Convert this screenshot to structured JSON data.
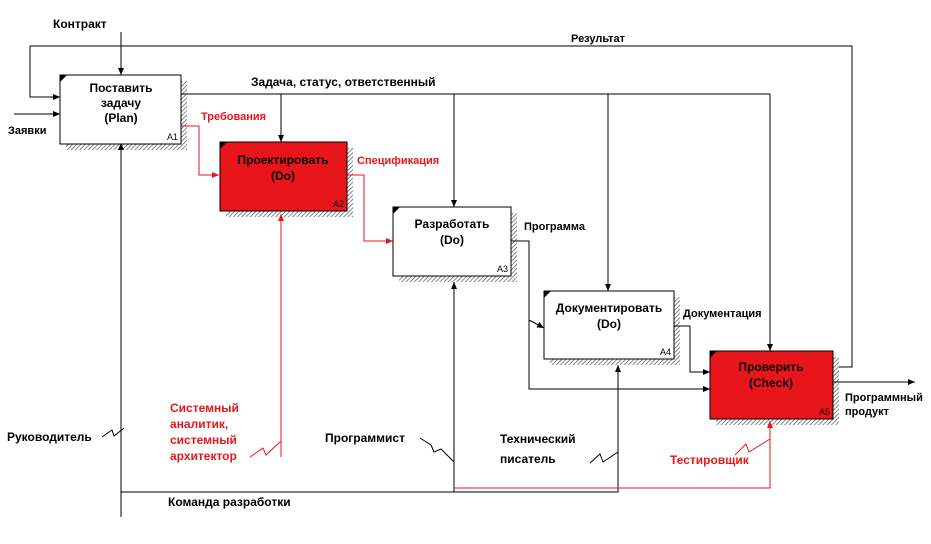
{
  "boxes": [
    {
      "id": "A1",
      "line1": "Поставить",
      "line2": "задачу",
      "line3": "(Plan)",
      "fill": "#ffffff"
    },
    {
      "id": "A2",
      "line1": "Проектировать",
      "line2": "(Do)",
      "line3": "",
      "fill": "#e8161b"
    },
    {
      "id": "A3",
      "line1": "Разработать",
      "line2": "(Do)",
      "line3": "",
      "fill": "#ffffff"
    },
    {
      "id": "A4",
      "line1": "Документировать",
      "line2": "(Do)",
      "line3": "",
      "fill": "#ffffff"
    },
    {
      "id": "A5",
      "line1": "Проверить",
      "line2": "(Check)",
      "line3": "",
      "fill": "#e8161b"
    }
  ],
  "labels": {
    "contract": "Контракт",
    "result": "Результат",
    "task_status": "Задача, статус, ответственный",
    "requests": "Заявки",
    "requirements": "Требования",
    "specification": "Спецификация",
    "program": "Программа",
    "documentation": "Документация",
    "product_1": "Программный",
    "product_2": "продукт",
    "manager": "Руководитель",
    "analyst_1": "Системный",
    "analyst_2": "аналитик,",
    "analyst_3": "системный",
    "analyst_4": "архитектор",
    "programmer": "Программист",
    "writer_1": "Технический",
    "writer_2": "писатель",
    "tester": "Тестировщик",
    "team": "Команда разработки"
  },
  "colors": {
    "accent": "#e8161b",
    "line": "#000000"
  }
}
